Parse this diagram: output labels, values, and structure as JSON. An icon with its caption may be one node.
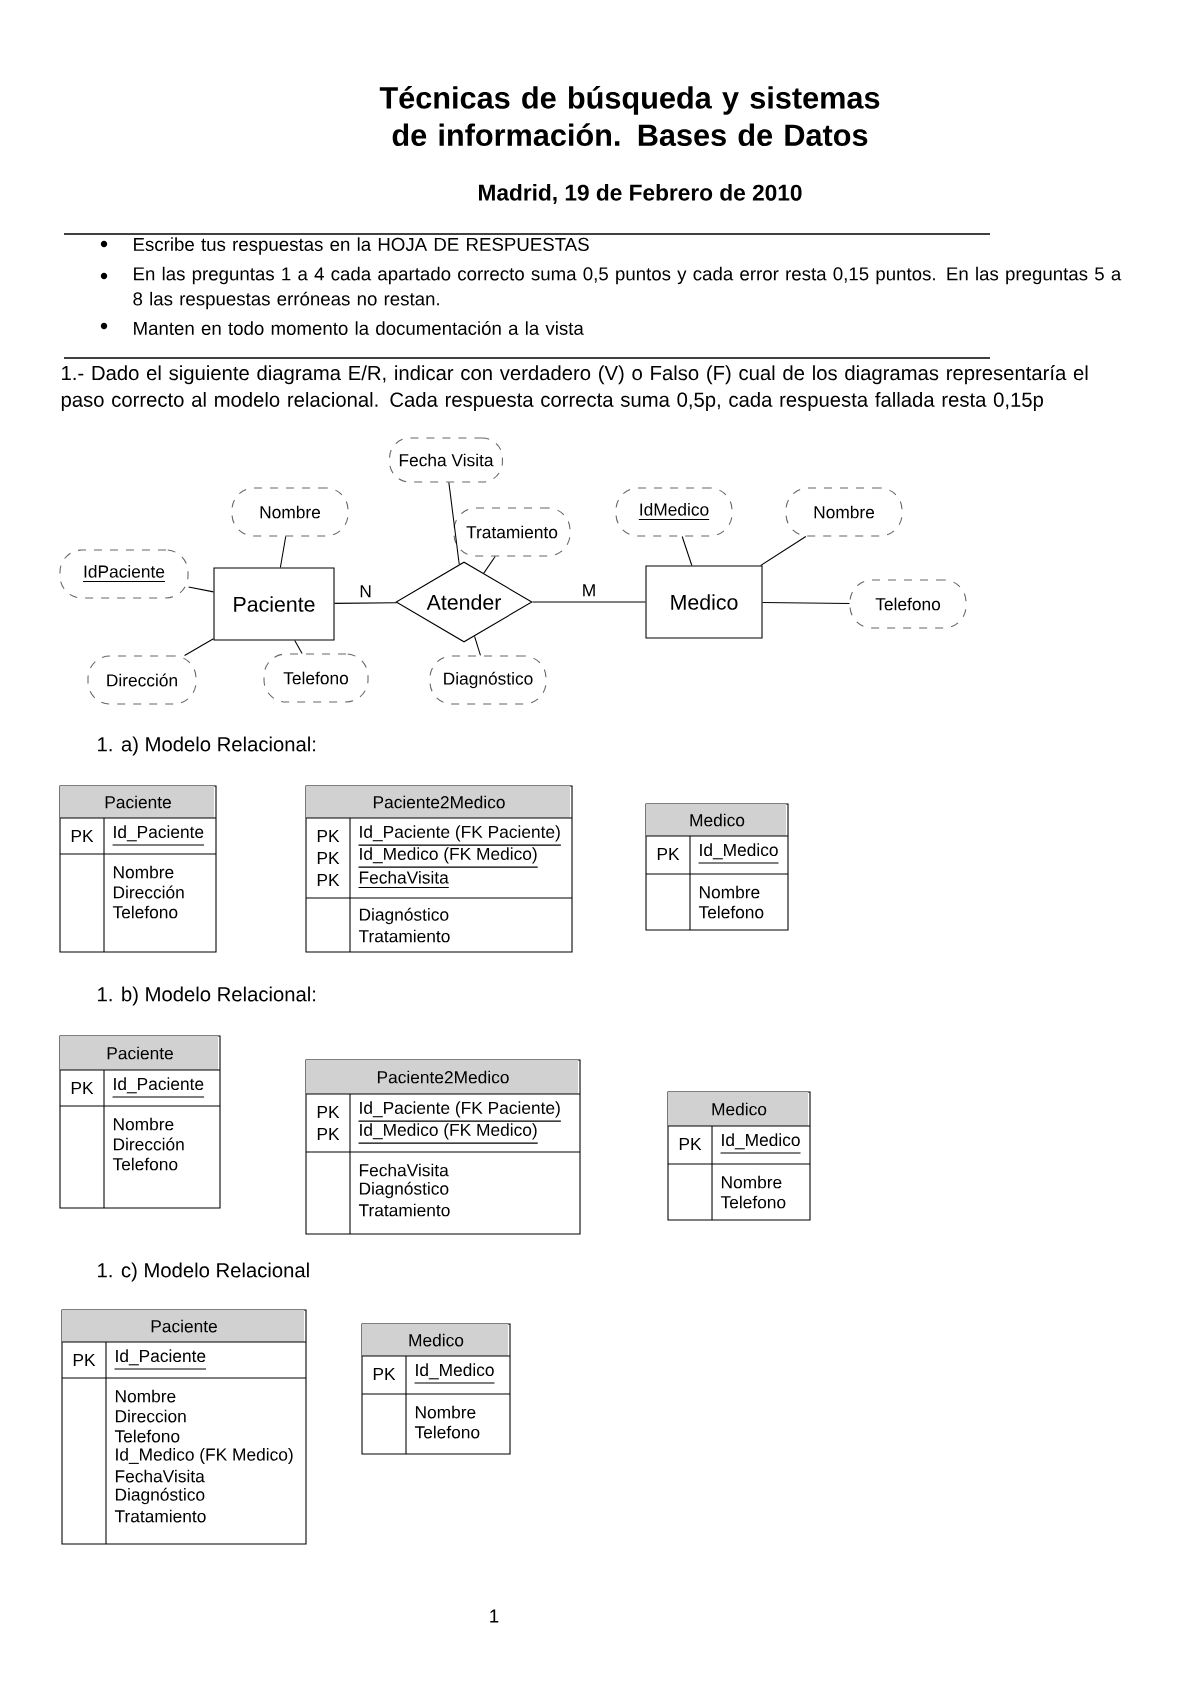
{
  "diagram": {
    "title": "Técnicas de búsqueda y sistemas de información. Bases de Datos",
    "nodes": [
      {
        "text": [
          "Fecha Visita"
        ]
      },
      {
        "text": [
          "Nombre"
        ]
      },
      {
        "text": [
          "Tratamiento"
        ]
      },
      {
        "text": [
          "IdMedico"
        ]
      },
      {
        "text": [
          "Nombre"
        ]
      },
      {
        "text": [
          "IdPaciente"
        ]
      },
      {
        "text": [
          "Paciente"
        ]
      },
      {
        "text": [
          "Atender"
        ]
      },
      {
        "text": [
          "Medico"
        ]
      },
      {
        "text": [
          "Telefono"
        ]
      },
      {
        "text": [
          "Dirección"
        ]
      },
      {
        "text": [
          "Telefono"
        ]
      },
      {
        "text": [
          "Diagnóstico"
        ]
      },
      {
        "text": [
          "Paciente",
          "PK",
          "Id_Paciente",
          "Nombre",
          "Dirección",
          "Telefono"
        ]
      },
      {
        "text": [
          "Paciente2Medico",
          "PK",
          "Id_Paciente (FK Paciente)",
          "PK",
          "Id_Medico (FK Medico)",
          "PK",
          "FechaVisita",
          "Diagnóstico",
          "Tratamiento"
        ]
      },
      {
        "text": [
          "Medico",
          "PK",
          "Id_Medico",
          "Nombre",
          "Telefono"
        ]
      },
      {
        "text": [
          "Paciente",
          "PK",
          "Id_Paciente",
          "Nombre",
          "Dirección",
          "Telefono"
        ]
      },
      {
        "text": [
          "Paciente2Medico",
          "PK",
          "Id_Paciente (FK Paciente)",
          "PK",
          "Id_Medico (FK Medico)",
          "FechaVisita",
          "Diagnóstico",
          "Tratamiento"
        ]
      },
      {
        "text": [
          "Medico",
          "PK",
          "Id_Medico",
          "Nombre",
          "Telefono"
        ]
      },
      {
        "text": [
          "Paciente",
          "PK",
          "Id_Paciente",
          "Nombre",
          "Direccion",
          "Telefono",
          "Id_Medico (FK Medico)",
          "FechaVisita",
          "Diagnóstico",
          "Tratamiento"
        ]
      },
      {
        "text": [
          "Medico",
          "PK",
          "Id_Medico",
          "Nombre",
          "Telefono"
        ]
      }
    ],
    "edges": [
      {
        "from": 0,
        "to": 7,
        "arrow": "none"
      },
      {
        "from": 1,
        "to": 6,
        "arrow": "none"
      },
      {
        "from": 2,
        "to": 7,
        "arrow": "none"
      },
      {
        "from": 3,
        "to": 8,
        "arrow": "none"
      },
      {
        "from": 4,
        "to": 8,
        "arrow": "none"
      },
      {
        "from": 5,
        "to": 6,
        "arrow": "none"
      },
      {
        "from": 6,
        "to": 7,
        "arrow": "none",
        "label": "N"
      },
      {
        "from": 7,
        "to": 8,
        "arrow": "none",
        "label": "M"
      },
      {
        "from": 8,
        "to": 9,
        "arrow": "none"
      },
      {
        "from": 10,
        "to": 6,
        "arrow": "none"
      },
      {
        "from": 11,
        "to": 6,
        "arrow": "none"
      },
      {
        "from": 12,
        "to": 7,
        "arrow": "none"
      }
    ],
    "labels": [
      "Madrid,  19 de Febrero de 2010",
      "Escribe tus respuestas en la HOJA DE RESPUESTAS",
      "En las preguntas 1 a 4 cada apartado correcto suma 0,5 puntos y cada error resta 0,15 puntos. En las preguntas 5 a 8 las respuestas erróneas no restan.",
      "Manten en todo momento la documentación a la vista",
      "1.- Dado el siguiente diagrama E/R, indicar con verdadero (V) o Falso (F) cual de los diagramas representaría el paso correcto al modelo relacional. Cada respuesta correcta suma 0,5p, cada respuesta fallada resta 0,15p",
      "1. a) Modelo Relacional:",
      "1. b) Modelo Relacional:",
      "1. c) Modelo Relacional",
      "1"
    ]
  }
}
